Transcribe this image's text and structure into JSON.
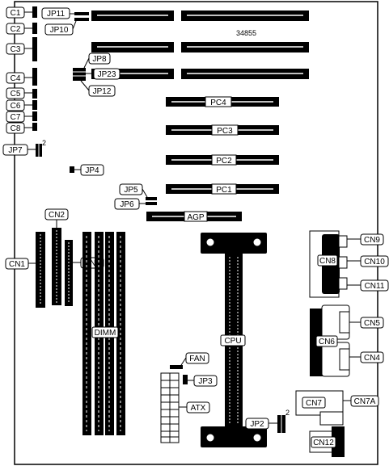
{
  "board_id": "34855",
  "labels": {
    "c1": "C1",
    "c2": "C2",
    "c3": "C3",
    "c4": "C4",
    "c5": "C5",
    "c6": "C6",
    "c7": "C7",
    "c8": "C8",
    "jp11": "JP11",
    "jp10": "JP10",
    "jp8": "JP8",
    "jp23": "JP23",
    "jp12": "JP12",
    "jp7": "JP7",
    "jp7_pin": "2",
    "jp4": "JP4",
    "jp5": "JP5",
    "jp6": "JP6",
    "jp3": "JP3",
    "jp2": "JP2",
    "jp2_pin": "2",
    "pc1": "PC1",
    "pc2": "PC2",
    "pc3": "PC3",
    "pc4": "PC4",
    "agp": "AGP",
    "cn1": "CN1",
    "cn2": "CN2",
    "cn3": "CN3",
    "cn4": "CN4",
    "cn5": "CN5",
    "cn6": "CN6",
    "cn7": "CN7",
    "cn7a": "CN7A",
    "cn8": "CN8",
    "cn9": "CN9",
    "cn10": "CN10",
    "cn11": "CN11",
    "cn12": "CN12",
    "dimm": "DIMM",
    "cpu": "CPU",
    "fan": "FAN",
    "atx": "ATX"
  }
}
